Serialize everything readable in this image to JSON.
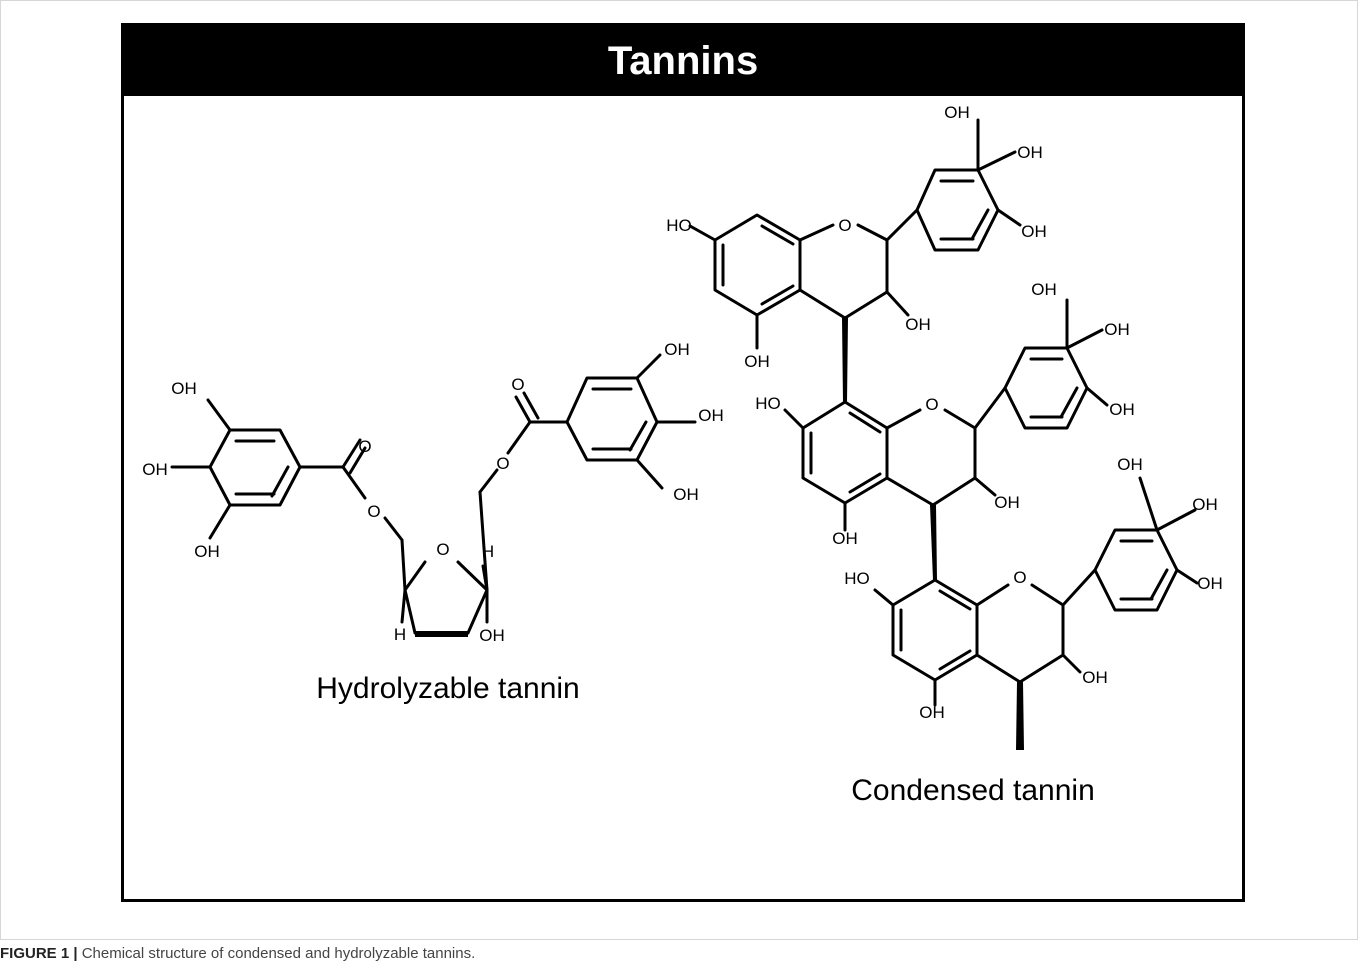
{
  "panel": {
    "title": "Tannins"
  },
  "labels": {
    "oh": "OH",
    "ho": "HO",
    "o": "O",
    "h": "H",
    "hydrolyzable": "Hydrolyzable tannin",
    "condensed": "Condensed tannin"
  },
  "caption": {
    "prefix": "FIGURE 1 |",
    "text": " Chemical structure of condensed and hydrolyzable tannins."
  }
}
